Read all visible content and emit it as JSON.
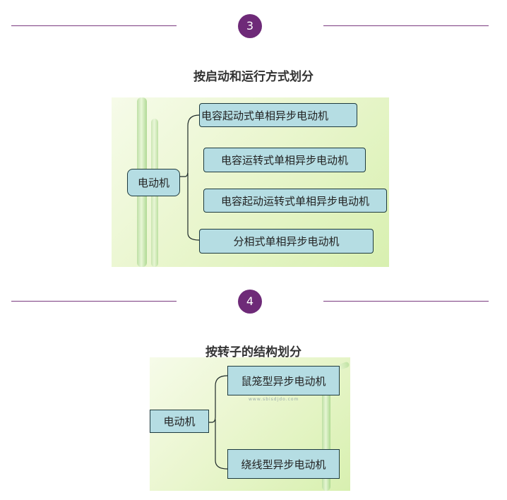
{
  "section3": {
    "number": "3",
    "title": "按启动和运行方式划分",
    "root": "电动机",
    "children": [
      "电容起动式单相异步电动机",
      "电容运转式单相异步电动机",
      "电容起动运转式单相异步电动机",
      "分相式单相异步电动机"
    ]
  },
  "section4": {
    "number": "4",
    "title": "按转子的结构划分",
    "root": "电动机",
    "children": [
      "鼠笼型异步电动机",
      "绕线型异步电动机"
    ],
    "watermark": "www.sbisdjdo.com"
  },
  "colors": {
    "divider": "#7a3a7f",
    "badge": "#6e2a78",
    "node_fill": "#b5dde3",
    "node_border": "#1e3a3e"
  }
}
